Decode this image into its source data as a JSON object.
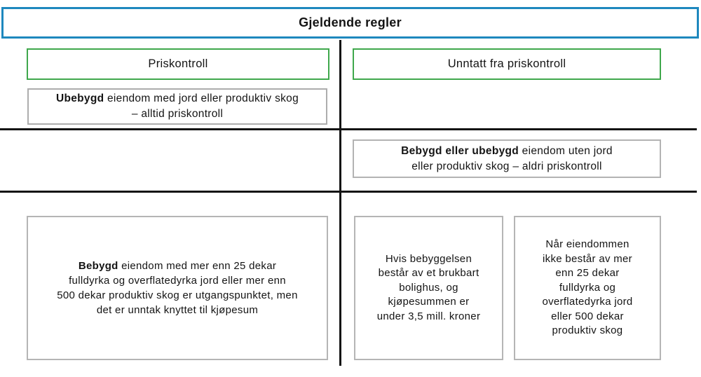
{
  "title": "Gjeldende regler",
  "columns": {
    "left_header": "Priskontroll",
    "right_header": "Unntatt fra priskontroll"
  },
  "boxes": {
    "ubebygd": {
      "bold": "Ubebygd",
      "rest": " eiendom med jord eller produktiv skog\n– alltid priskontroll"
    },
    "bebygd_eller_ubebygd": {
      "bold": "Bebygd eller ubebygd",
      "rest": " eiendom uten jord\neller produktiv skog – aldri priskontroll"
    },
    "bebygd_hovedregel": {
      "bold": "Bebygd",
      "rest": " eiendom med mer enn 25 dekar\nfulldyrka og overflatedyrka jord eller mer enn\n500 dekar produktiv skog er utgangspunktet, men\ndet er unntak knyttet til kjøpesum"
    },
    "unntak_bolighus": {
      "text": "Hvis bebyggelsen\nbestår av et brukbart\nbolighus, og\nkjøpesummen er\nunder 3,5 mill. kroner"
    },
    "unntak_areal": {
      "text": "Når eiendommen\nikke består av mer\nenn 25 dekar\nfulldyrka og\noverflatedyrka jord\neller 500 dekar\nproduktiv skog"
    }
  },
  "colors": {
    "title_border_blue": "#1E88BE",
    "header_border_green": "#3FA84C",
    "info_border_gray": "#B3B3B3",
    "divider_black": "#141414"
  }
}
